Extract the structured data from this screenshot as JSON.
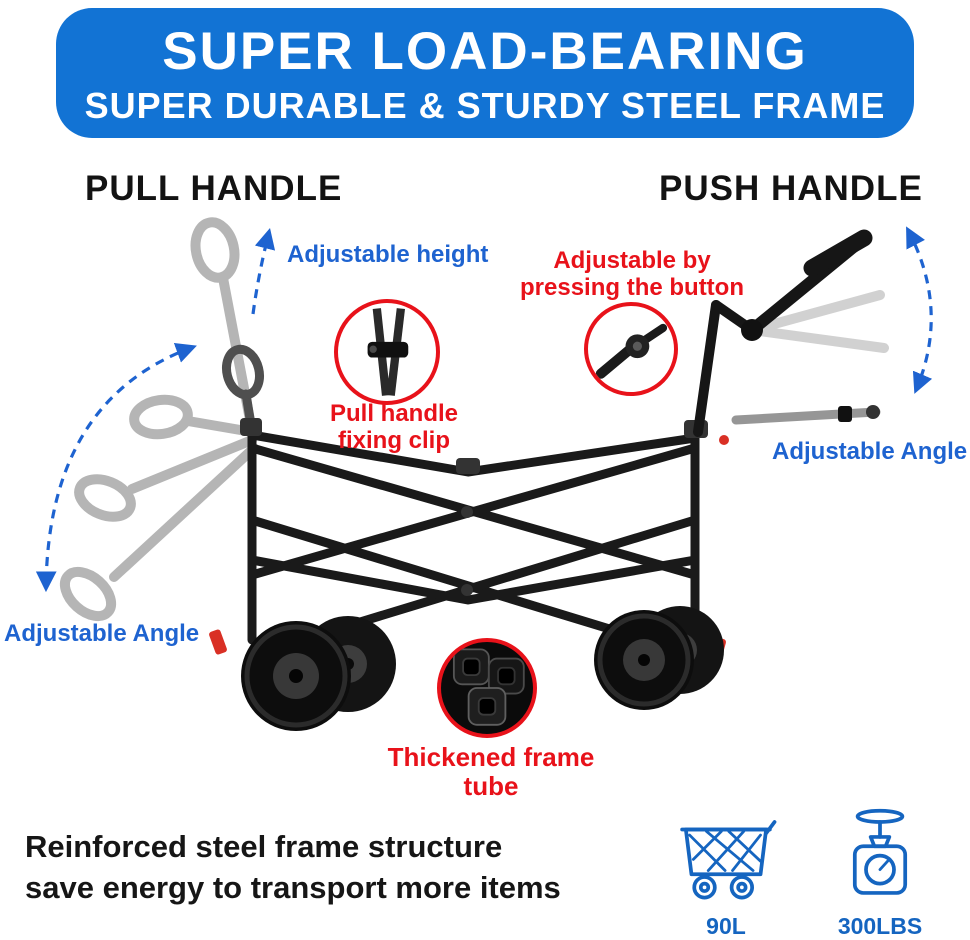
{
  "banner": {
    "title": "SUPER LOAD-BEARING",
    "subtitle": "SUPER DURABLE & STURDY STEEL FRAME"
  },
  "section_labels": {
    "pull_handle": "PULL HANDLE",
    "push_handle": "PUSH HANDLE"
  },
  "annotations": {
    "adjustable_height": "Adjustable height",
    "adjustable_button": [
      "Adjustable by",
      "pressing the button"
    ],
    "fixing_clip": [
      "Pull handle",
      "fixing clip"
    ],
    "adjustable_angle_right": "Adjustable Angle",
    "adjustable_angle_left": "Adjustable Angle",
    "thickened_tube": "Thickened frame tube"
  },
  "footer": {
    "line1": "Reinforced steel frame structure",
    "line2": "save energy to transport more items"
  },
  "specs": {
    "capacity": {
      "icon": "wagon-load-icon",
      "label": "90L"
    },
    "weight": {
      "icon": "weighing-scale-icon",
      "label": "300LBS"
    }
  },
  "colors": {
    "banner_blue": "#1273d4",
    "annotation_blue": "#1e63d0",
    "annotation_red": "#e8121a",
    "spec_blue": "#1565c0",
    "frame_black": "#1a1a1a",
    "accent_red_part": "#d93025"
  }
}
